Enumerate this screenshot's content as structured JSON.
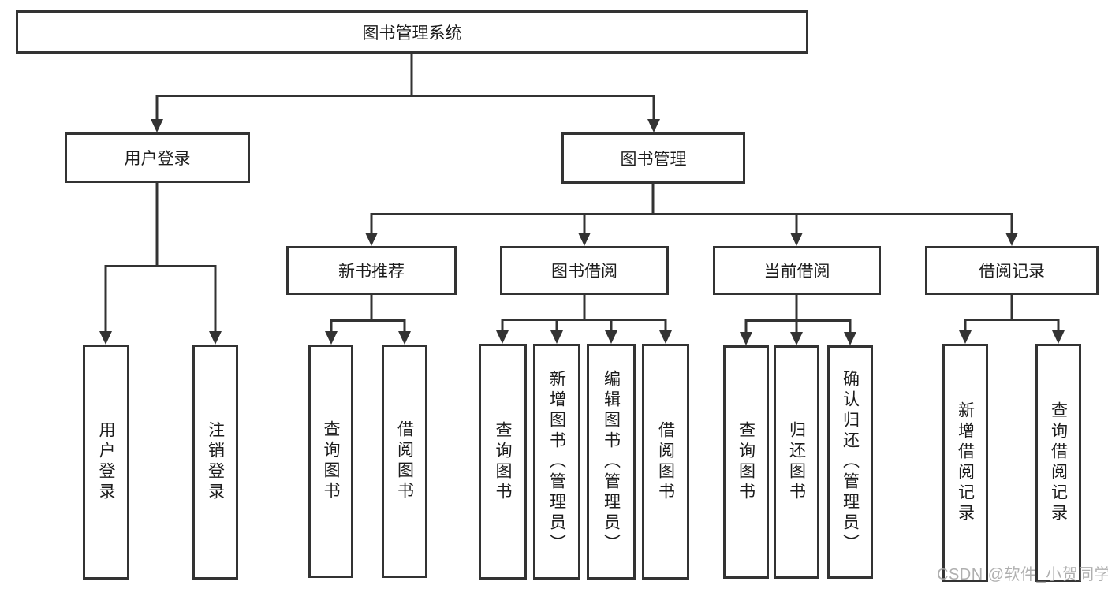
{
  "colors": {
    "line": "#333333",
    "text": "#1c1c1c",
    "box_background": "#ffffff",
    "watermark": "#a8a8a8",
    "page_background": "#ffffff"
  },
  "watermark": {
    "text": "CSDN @软件_小贺同学"
  },
  "tree": {
    "root": {
      "label": "图书管理系统",
      "children": [
        {
          "label": "用户登录",
          "children": [
            {
              "label": "用户登录"
            },
            {
              "label": "注销登录"
            }
          ]
        },
        {
          "label": "图书管理",
          "children": [
            {
              "label": "新书推荐",
              "children": [
                {
                  "label": "查询图书"
                },
                {
                  "label": "借阅图书"
                }
              ]
            },
            {
              "label": "图书借阅",
              "children": [
                {
                  "label": "查询图书"
                },
                {
                  "label": "新增图书（管理员）"
                },
                {
                  "label": "编辑图书（管理员）"
                },
                {
                  "label": "借阅图书"
                }
              ]
            },
            {
              "label": "当前借阅",
              "children": [
                {
                  "label": "查询图书"
                },
                {
                  "label": "归还图书"
                },
                {
                  "label": "确认归还（管理员）"
                }
              ]
            },
            {
              "label": "借阅记录",
              "children": [
                {
                  "label": "新增借阅记录"
                },
                {
                  "label": "查询借阅记录"
                }
              ]
            }
          ]
        }
      ]
    }
  }
}
